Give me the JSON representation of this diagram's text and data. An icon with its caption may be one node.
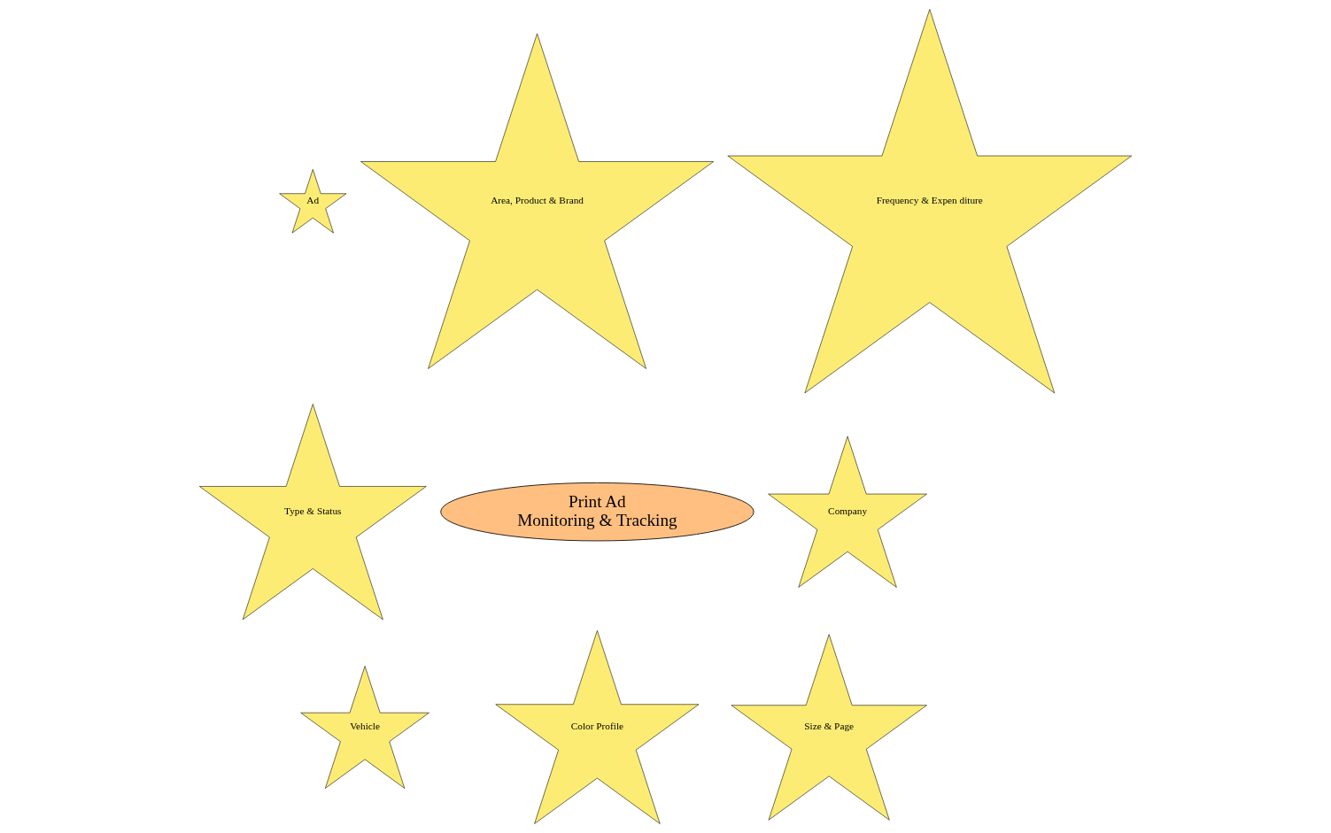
{
  "diagram": {
    "nodes": [
      {
        "text": [
          "Area, Product & Brand"
        ]
      },
      {
        "text": [
          "Ad"
        ]
      },
      {
        "text": [
          "Frequency & Expen diture"
        ]
      },
      {
        "text": [
          "Print Ad",
          "Monitoring & Tracking"
        ]
      },
      {
        "text": [
          "Type & Status"
        ]
      },
      {
        "text": [
          "Company"
        ]
      },
      {
        "text": [
          "Vehicle"
        ]
      },
      {
        "text": [
          "Color Profile"
        ]
      },
      {
        "text": [
          "Size & Page"
        ]
      }
    ],
    "edges": []
  }
}
